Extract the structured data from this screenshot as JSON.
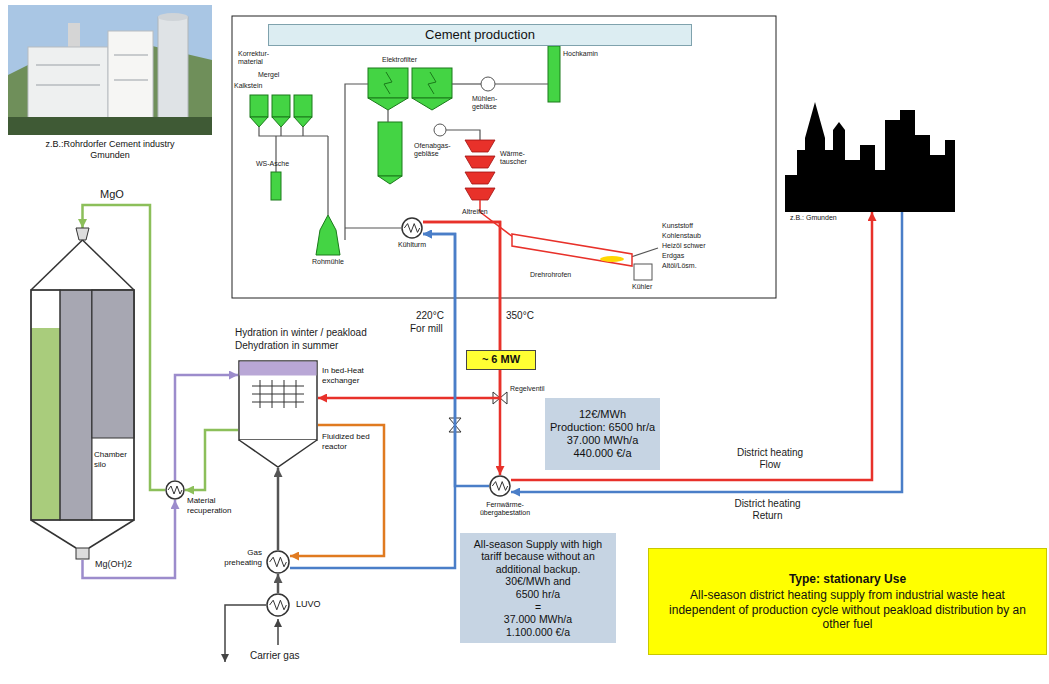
{
  "diagram": {
    "nodes": [
      {
        "text": [
          "z.B.:Rohrdorfer Cement industry Gmunden"
        ]
      },
      {
        "text": [
          "Cement production"
        ]
      },
      {
        "text": [
          "Kühlturm"
        ]
      },
      {
        "text": [
          "z.B.: Gmunden"
        ]
      },
      {
        "text": [
          "Chamber silo"
        ]
      },
      {
        "text": [
          "In bed-Heat exchanger",
          "Fluidized bed reactor"
        ]
      },
      {
        "text": [
          "~ 6 MW"
        ]
      },
      {
        "text": [
          "12€/MWh",
          "Production: 6500 hr/a",
          "37.000 MWh/a",
          "440.000 €/a"
        ]
      },
      {
        "text": [
          "Material recuperation"
        ]
      },
      {
        "text": [
          "Fernwärme- übergabestation"
        ]
      },
      {
        "text": [
          "Gas preheating"
        ]
      },
      {
        "text": [
          "All-season Supply with high tariff because without an additional backup.",
          "30€/MWh and",
          "6500 hr/a",
          "=",
          "37.000 MWh/a",
          "1.100.000 €/a"
        ]
      },
      {
        "text": [
          "LUVO"
        ]
      },
      {
        "text": [
          "Type: stationary Use",
          "All-season district heating supply from industrial waste heat independent of production cycle without peakload distribution by an other fuel"
        ]
      }
    ],
    "edges": [
      {
        "from": 2,
        "to": 5,
        "arrow": "to"
      },
      {
        "from": 2,
        "to": 9,
        "arrow": "to"
      },
      {
        "from": 10,
        "to": 2,
        "arrow": "to"
      },
      {
        "from": 9,
        "to": 2,
        "arrow": "to"
      },
      {
        "from": 9,
        "to": 3,
        "label": "District heating Flow",
        "arrow": "to"
      },
      {
        "from": 3,
        "to": 9,
        "label": "District heating Return",
        "arrow": "to"
      },
      {
        "from": 5,
        "to": 10,
        "arrow": "to"
      },
      {
        "from": 5,
        "to": 8,
        "arrow": "to"
      },
      {
        "from": 8,
        "to": 4,
        "arrow": "to"
      },
      {
        "from": 4,
        "to": 8,
        "arrow": "to"
      },
      {
        "from": 8,
        "to": 5,
        "arrow": "to"
      },
      {
        "from": 12,
        "to": 10,
        "arrow": "to"
      },
      {
        "from": 10,
        "to": 5,
        "arrow": "to"
      }
    ],
    "labels": [
      "Korrektur- material",
      "Mergel",
      "Kalkstein",
      "WS-Asche",
      "Elektrofilter",
      "Mühlen- gebläse",
      "Hochkamin",
      "Ofenabgas- gebläse",
      "Wärme- tauscher",
      "Altreifen",
      "Rohmühle",
      "Drehrohrofen",
      "Kühler",
      "Kunststoff",
      "Kohlenstaub",
      "Heizöl schwer",
      "Erdgas",
      "Altöl/Lösm.",
      "220°C",
      "For mill",
      "350°C",
      "Regelventil",
      "Hydration in winter / peakload",
      "Dehydration in summer",
      "Carrier gas",
      "MgO",
      "Mg(OH)2"
    ]
  }
}
